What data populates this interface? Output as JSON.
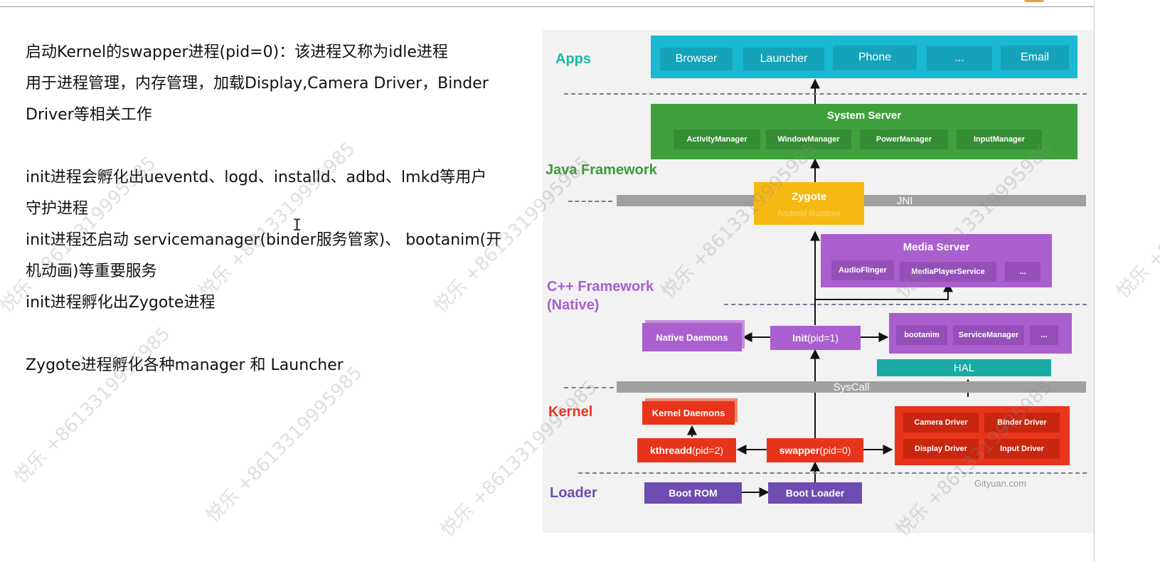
{
  "notes": {
    "lines": [
      "启动Kernel的swapper进程(pid=0)：该进程又称为idle进程",
      "用于进程管理，内存管理，加载Display,Camera Driver，Binder",
      "Driver等相关工作",
      "",
      "init进程会孵化出ueventd、logd、installd、adbd、lmkd等用户",
      "守护进程",
      "init进程还启动 servicemanager(binder服务管家)、 bootanim(开",
      "机动画)等重要服务",
      "init进程孵化出Zygote进程",
      "",
      "Zygote进程孵化各种manager 和 Launcher"
    ]
  },
  "diagram": {
    "layers": {
      "apps": "Apps",
      "java": "Java Framework",
      "cpp1": "C++ Framework",
      "cpp2": "(Native)",
      "kernel": "Kernel",
      "loader": "Loader"
    },
    "apps": [
      "Browser",
      "Launcher",
      "Phone",
      "...",
      "Email"
    ],
    "system_server": {
      "title": "System Server",
      "items": [
        "ActivityManager",
        "WindowManager",
        "PowerManager",
        "InputManager"
      ]
    },
    "zygote": {
      "title": "Zygote",
      "sub": "Android Runtime"
    },
    "jni": "JNI",
    "media_server": {
      "title": "Media Server",
      "items": [
        "AudioFlinger",
        "MediaPlayerService",
        "..."
      ]
    },
    "native_daemons": "Native Daemons",
    "init": {
      "name": "Init",
      "pid": "(pid=1)"
    },
    "init_services": [
      "bootanim",
      "ServiceManager",
      "..."
    ],
    "hal": "HAL",
    "syscall": "SysCall",
    "kernel_daemons": "Kernel Daemons",
    "kthreadd": {
      "name": "kthreadd",
      "pid": "(pid=2)"
    },
    "swapper": {
      "name": "swapper",
      "pid": "(pid=0)"
    },
    "drivers": [
      "Camera Driver",
      "Binder Driver",
      "Display Driver",
      "Input Driver"
    ],
    "boot_rom": "Boot ROM",
    "boot_loader": "Boot Loader",
    "credit": "Gityuan.com"
  },
  "watermark": "悦乐 +8613319995985",
  "colors": {
    "cyan": "#1ab8d2",
    "green": "#3fa13c",
    "yellow": "#f6b914",
    "purple": "#aa5fcf",
    "red": "#e8341b",
    "boot": "#6d4db2",
    "teal": "#19aaa3"
  }
}
